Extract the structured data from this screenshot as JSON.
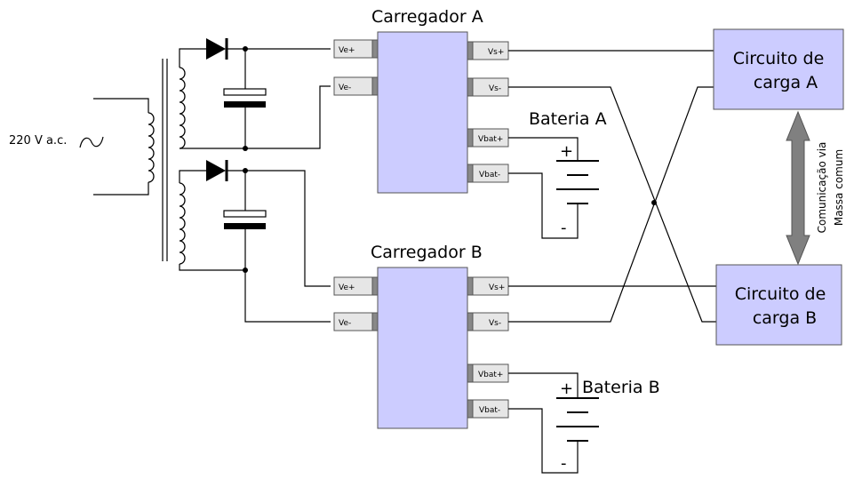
{
  "source": {
    "label": "220 V a.c."
  },
  "charger_a": {
    "title": "Carregador A",
    "pins": {
      "ve_plus": "Ve+",
      "ve_minus": "Ve-",
      "vs_plus": "Vs+",
      "vs_minus": "Vs-",
      "vbat_plus": "Vbat+",
      "vbat_minus": "Vbat-"
    }
  },
  "charger_b": {
    "title": "Carregador B",
    "pins": {
      "ve_plus": "Ve+",
      "ve_minus": "Ve-",
      "vs_plus": "Vs+",
      "vs_minus": "Vs-",
      "vbat_plus": "Vbat+",
      "vbat_minus": "Vbat-"
    }
  },
  "battery_a": {
    "label": "Bateria A",
    "plus": "+",
    "minus": "-"
  },
  "battery_b": {
    "label": "Bateria B",
    "plus": "+",
    "minus": "-"
  },
  "load_a": {
    "line1": "Circuito de",
    "line2": "carga A"
  },
  "load_b": {
    "line1": "Circuito de",
    "line2": "carga B"
  },
  "communication": {
    "line1": "Comunicação via",
    "line2": "Massa comum"
  },
  "colors": {
    "box_fill": "#ccccff",
    "box_stroke": "#555555",
    "pin_fill": "#e6e6e6",
    "pin_tab": "#888888",
    "wire": "#000000",
    "arrow": "#808080"
  }
}
